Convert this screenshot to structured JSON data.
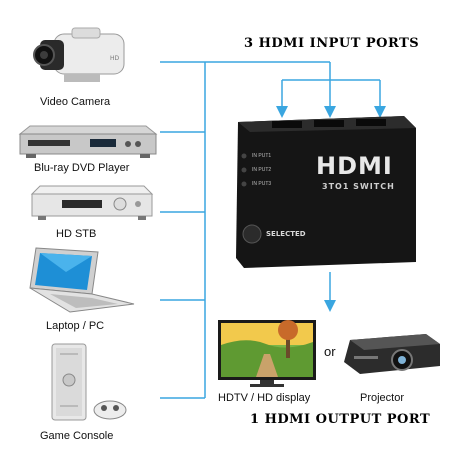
{
  "headings": {
    "input_ports": "3 HDMI INPUT PORTS",
    "output_port": "1 HDMI OUTPUT PORT"
  },
  "sources": [
    {
      "label": "Video Camera",
      "icon": "video-camera-icon"
    },
    {
      "label": "Blu-ray DVD Player",
      "icon": "bluray-player-icon"
    },
    {
      "label": "HD STB",
      "icon": "set-top-box-icon"
    },
    {
      "label": "Laptop / PC",
      "icon": "laptop-icon"
    },
    {
      "label": "Game Console",
      "icon": "game-console-icon"
    }
  ],
  "switch_box": {
    "logo": "HDMI",
    "subtitle": "3TO1 SWITCH",
    "inputs": [
      "IN PUT1",
      "IN PUT2",
      "IN PUT3"
    ],
    "button_label": "SELECTED"
  },
  "outputs": {
    "tv_label": "HDTV / HD display",
    "or_text": "or",
    "projector_label": "Projector"
  },
  "colors": {
    "connector": "#3aa6e0",
    "box": "#151515"
  }
}
